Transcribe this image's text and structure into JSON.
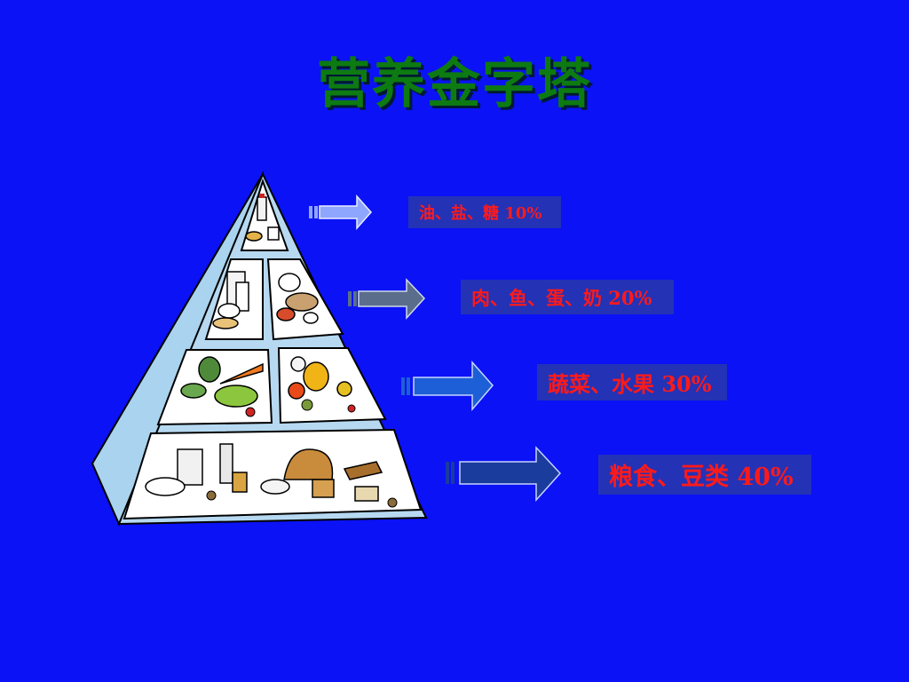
{
  "slide": {
    "title": "营养金字塔",
    "colors": {
      "background": "#0b12f5",
      "title": "#0d7a12",
      "label_box": "#2432b6",
      "label_text": "#ff1a1a",
      "pyramid_face": "#ffffff",
      "pyramid_side": "#a9d3ee",
      "pyramid_frame": "#b6d9f1"
    },
    "levels": [
      {
        "label": "油、盐、糖 10%",
        "share": 10,
        "arrow_color": "#8fa6ff",
        "icon": "oil-salt-sugar-icon"
      },
      {
        "label": "肉、鱼、蛋、奶 20%",
        "share": 20,
        "arrow_color": "#5a6e8c",
        "icon": "meat-fish-egg-milk-icon"
      },
      {
        "label": "蔬菜、水果 30%",
        "share": 30,
        "arrow_color": "#1d5fd6",
        "icon": "vegetable-fruit-icon"
      },
      {
        "label": "粮食、豆类 40%",
        "share": 40,
        "arrow_color": "#1a3c9c",
        "icon": "grain-bean-icon"
      }
    ]
  }
}
